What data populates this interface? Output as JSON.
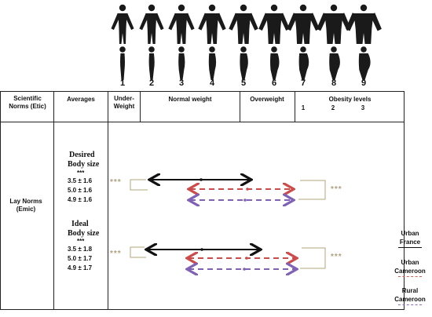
{
  "figures": {
    "numbers": [
      "1",
      "2",
      "3",
      "4",
      "5",
      "6",
      "7",
      "8",
      "9"
    ]
  },
  "header": {
    "scientific_norms": "Scientific Norms (Etic)",
    "averages": "Averages",
    "underweight": "Under-Weight",
    "normal_weight": "Normal weight",
    "overweight": "Overweight",
    "obesity_levels": "Obesity levels",
    "obesity_nums": [
      "1",
      "2",
      "3"
    ]
  },
  "lay_norms": "Lay Norms (Emic)",
  "desired": {
    "title_line1": "Desired",
    "title_line2": "Body size",
    "stars": "***",
    "values": [
      "3.5 ± 1.6",
      "5.0 ± 1.6",
      "4.9 ± 1.6"
    ]
  },
  "ideal": {
    "title_line1": "Ideal",
    "title_line2": "Body size",
    "stars": "***",
    "values": [
      "3.5 ± 1.8",
      "5.0 ± 1.7",
      "4.9 ± 1.7"
    ]
  },
  "significance": "***",
  "legend": [
    {
      "line1": "Urban",
      "line2": "France",
      "color": "#111111",
      "style": "solid"
    },
    {
      "line1": "Urban",
      "line2": "Cameroon",
      "color": "#d45a5a",
      "style": "dashed"
    },
    {
      "line1": "Rural",
      "line2": "Cameroon",
      "color": "#8a6fb8",
      "style": "dashed"
    }
  ],
  "colors": {
    "france": "#111111",
    "urban_cameroon": "#cc4b4b",
    "rural_cameroon": "#7f62b5",
    "bracket": "#b3a47a"
  }
}
